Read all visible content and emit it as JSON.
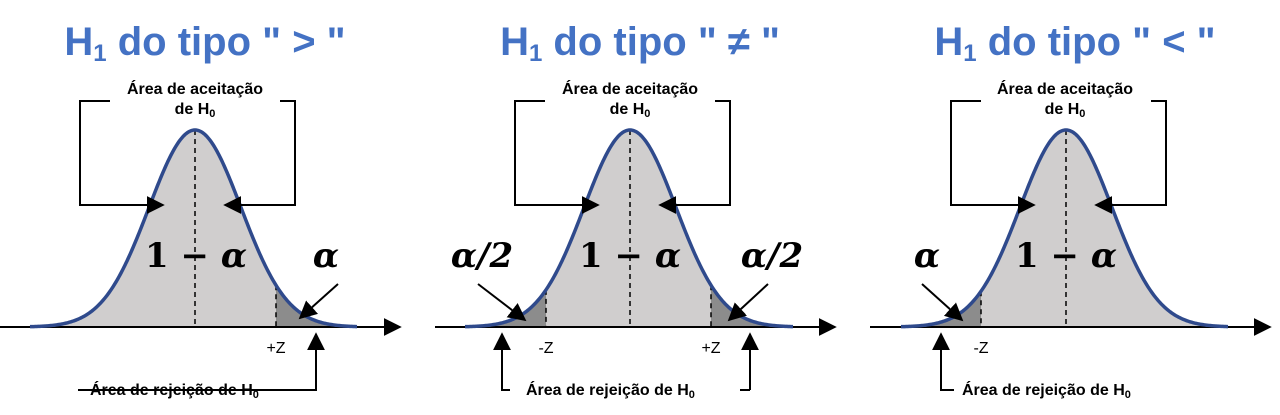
{
  "panels": [
    {
      "title_main": "H",
      "title_sub": "1",
      "title_rest": " do tipo \" > \"",
      "accept_line1": "Área de aceitação",
      "accept_line2": "de H",
      "accept_sub": "0",
      "center_one": "1 −",
      "center_alpha": "α",
      "tail_right": "α",
      "z_right": "+Z",
      "reject_label": "Área de rejeição de H",
      "reject_sub": "0"
    },
    {
      "title_main": "H",
      "title_sub": "1",
      "title_rest": " do tipo \" ≠ \"",
      "accept_line1": "Área de aceitação",
      "accept_line2": "de H",
      "accept_sub": "0",
      "center_one": "1 −",
      "center_alpha": "α",
      "tail_left": "α/2",
      "tail_right": "α/2",
      "z_left": "-Z",
      "z_right": "+Z",
      "reject_label": "Área de rejeição de H",
      "reject_sub": "0"
    },
    {
      "title_main": "H",
      "title_sub": "1",
      "title_rest": " do tipo \" < \"",
      "accept_line1": "Área de aceitação",
      "accept_line2": "de H",
      "accept_sub": "0",
      "center_one": "1 −",
      "center_alpha": "α",
      "tail_left": "α",
      "z_left": "-Z",
      "reject_label": "Área de rejeição de H",
      "reject_sub": "0"
    }
  ],
  "colors": {
    "title": "#4472C4",
    "curve": "#2F4A8C",
    "accept_fill": "#D0CECE",
    "reject_fill": "#8C8C8C"
  }
}
